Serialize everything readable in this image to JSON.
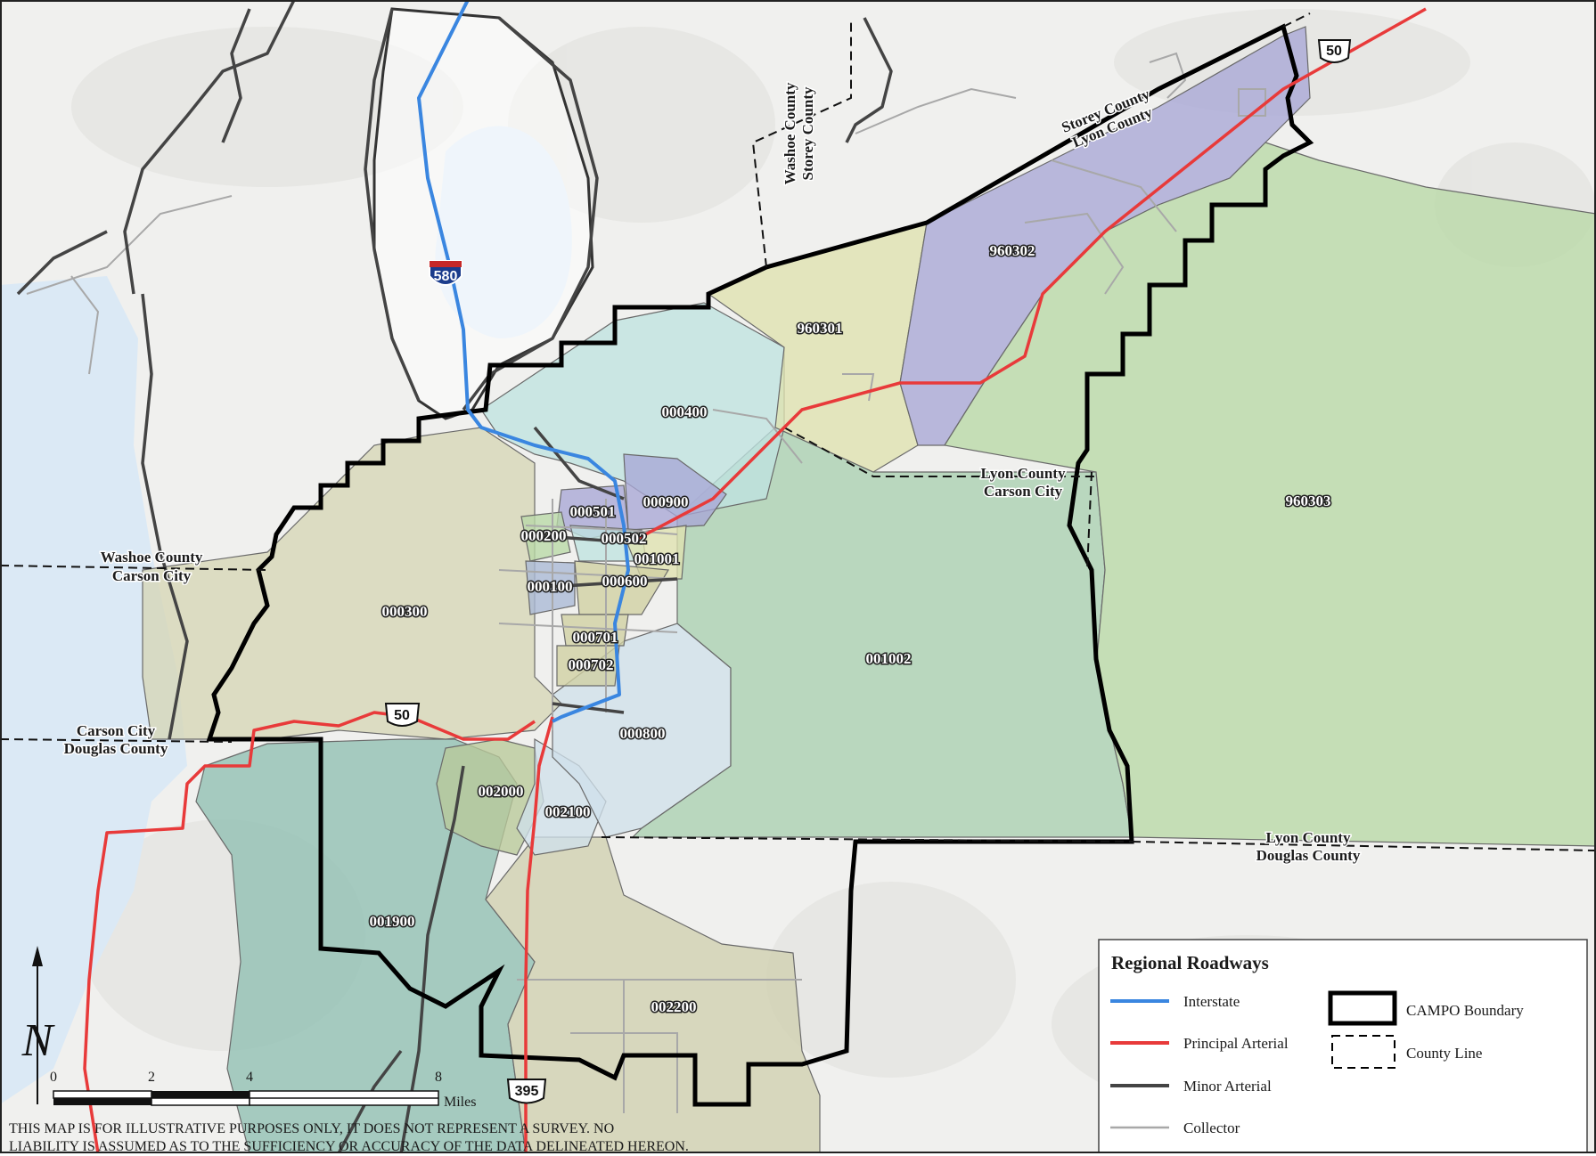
{
  "map": {
    "highway_shields": {
      "interstate_580": "580",
      "us_50_east": "50",
      "us_50_south": "50",
      "us_395": "395"
    },
    "tracts": [
      {
        "id": "000400"
      },
      {
        "id": "960301"
      },
      {
        "id": "960302"
      },
      {
        "id": "960303"
      },
      {
        "id": "000501"
      },
      {
        "id": "000900"
      },
      {
        "id": "000200"
      },
      {
        "id": "000502"
      },
      {
        "id": "001001"
      },
      {
        "id": "000100"
      },
      {
        "id": "000600"
      },
      {
        "id": "000300"
      },
      {
        "id": "000701"
      },
      {
        "id": "000702"
      },
      {
        "id": "001002"
      },
      {
        "id": "000800"
      },
      {
        "id": "002000"
      },
      {
        "id": "002100"
      },
      {
        "id": "001900"
      },
      {
        "id": "002200"
      }
    ],
    "county_labels": {
      "washoe_storey": [
        "Washoe County",
        "Storey County"
      ],
      "storey_lyon": [
        "Storey County",
        "Lyon County"
      ],
      "washoe_carson": [
        "Washoe County",
        "Carson City"
      ],
      "lyon_carson": [
        "Lyon County",
        "Carson City"
      ],
      "carson_douglas": [
        "Carson City",
        "Douglas County"
      ],
      "lyon_douglas": [
        "Lyon County",
        "Douglas County"
      ]
    },
    "north_arrow": "N"
  },
  "legend": {
    "title": "Regional Roadways",
    "items": [
      {
        "label": "Interstate",
        "color": "#3a86e0"
      },
      {
        "label": "Principal Arterial",
        "color": "#e83a3a"
      },
      {
        "label": "Minor Arterial",
        "color": "#444444"
      },
      {
        "label": "Collector",
        "color": "#a8a8a8"
      }
    ],
    "boundaries": [
      {
        "label": "CAMPO Boundary"
      },
      {
        "label": "County Line"
      }
    ]
  },
  "scale_bar": {
    "ticks": [
      "0",
      "2",
      "4",
      "8"
    ],
    "unit": "Miles"
  },
  "disclaimer": {
    "line1": "THIS MAP IS FOR ILLUSTRATIVE PURPOSES ONLY, IT DOES NOT REPRESENT A SURVEY. NO",
    "line2": "LIABILITY IS ASSUMED AS TO THE SUFFICIENCY OR ACCURACY OF THE DATA DELINEATED HEREON."
  },
  "colors": {
    "background": "#f1f1ef",
    "lake": "#dbe9f5",
    "tract_teal": "#bfe3e0",
    "tract_yellow": "#dfe2b0",
    "tract_purple": "#a8a6d6",
    "tract_green": "#b9d9a7",
    "tract_seagreen": "#a9cfb1",
    "tract_tan": "#d6d6b6",
    "tract_darkteal": "#8fbfb2",
    "tract_olive": "#cfcfb0",
    "tract_lightblue": "#cfe0ea",
    "interstate": "#3a86e0",
    "principal_arterial": "#e83a3a",
    "minor_arterial": "#444444",
    "collector": "#a8a8a8"
  }
}
